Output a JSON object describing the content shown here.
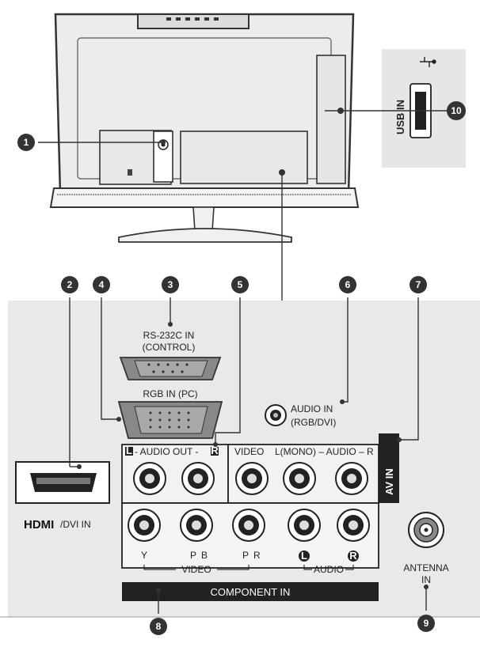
{
  "callouts": [
    "1",
    "2",
    "3",
    "4",
    "5",
    "6",
    "7",
    "8",
    "9",
    "10"
  ],
  "labels": {
    "usb_in": "USB IN",
    "rs232_line1": "RS-232C IN",
    "rs232_line2": "(CONTROL)",
    "rgb_in": "RGB IN (PC)",
    "audio_in_line1": "AUDIO IN",
    "audio_in_line2": "(RGB/DVI)",
    "audio_out_left_badge": "L",
    "audio_out_text": "- AUDIO OUT -",
    "audio_out_right_badge": "R",
    "video": "VIDEO",
    "av_audio": "L(MONO) – AUDIO – R",
    "av_in": "AV IN",
    "hdmi_logo": "HDMI",
    "hdmi_suffix": "/DVI IN",
    "comp_y": "Y",
    "comp_pb": "P",
    "comp_pb_sub": "B",
    "comp_pr": "P",
    "comp_pr_sub": "R",
    "comp_video": "VIDEO",
    "comp_l": "L",
    "comp_r": "R",
    "comp_audio": "AUDIO",
    "component_in": "COMPONENT IN",
    "antenna_line1": "ANTENNA",
    "antenna_line2": "IN"
  }
}
